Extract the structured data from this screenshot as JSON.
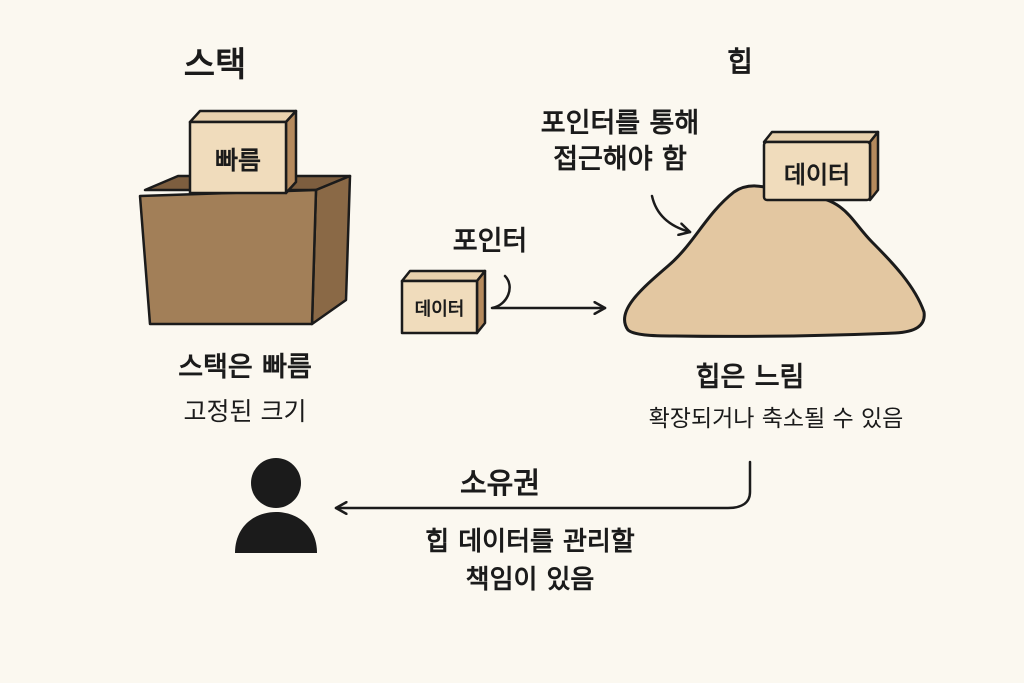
{
  "stack": {
    "title": "스택",
    "box_label": "빠름",
    "caption_main": "스택은 빠름",
    "caption_sub": "고정된 크기"
  },
  "pointer": {
    "label": "포인터",
    "box_label": "데이터"
  },
  "heap": {
    "title": "힙",
    "access_note_line1": "포인터를 통해",
    "access_note_line2": "접근해야 함",
    "box_label": "데이터",
    "caption_main": "힙은 느림",
    "caption_sub": "확장되거나 축소될 수 있음"
  },
  "ownership": {
    "title": "소유권",
    "note_line1": "힙 데이터를 관리할",
    "note_line2": "책임이 있음",
    "owner_icon": "person-icon"
  },
  "colors": {
    "background": "#fbf8f0",
    "box_front": "#f0dcbc",
    "box_side": "#b58a5d",
    "stack_container": "#9a7752",
    "heap_mound": "#e3c7a1",
    "ink": "#1b1b1b"
  }
}
